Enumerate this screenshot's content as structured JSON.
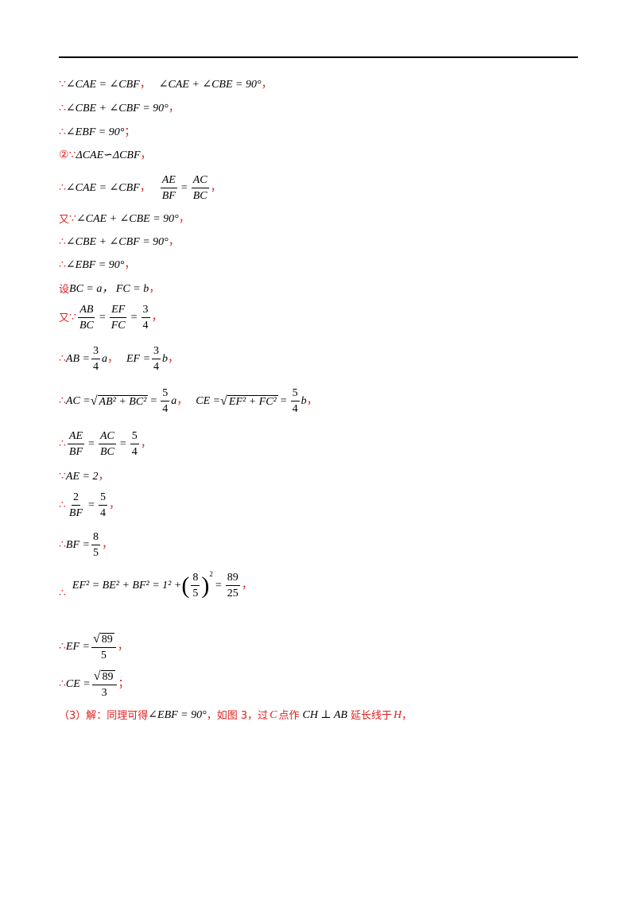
{
  "symbols": {
    "because": "∵",
    "therefore": "∴",
    "circle2": "②",
    "you": "又",
    "she": "设",
    "comma": "，",
    "semicolon": "；"
  },
  "lines": {
    "l1": {
      "left": "∠CAE = ∠CBF",
      "right": "∠CAE + ∠CBE = 90°"
    },
    "l2": "∠CBE + ∠CBF = 90°",
    "l3": "∠EBF = 90°",
    "l4": "ΔCAE∽ΔCBF",
    "l5": {
      "eq": "∠CAE = ∠CBF",
      "f1n": "AE",
      "f1d": "BF",
      "f2n": "AC",
      "f2d": "BC"
    },
    "l6": "∠CAE + ∠CBE = 90°",
    "l7": "∠CBE + ∠CBF = 90°",
    "l8": "∠EBF = 90°",
    "l9": "BC = a， FC = b",
    "l10": {
      "f1n": "AB",
      "f1d": "BC",
      "f2n": "EF",
      "f2d": "FC",
      "f3n": "3",
      "f3d": "4"
    },
    "l11": {
      "a": "AB =",
      "an": "3",
      "ad": "4",
      "av": "a",
      "b": "EF =",
      "bn": "3",
      "bd": "4",
      "bv": "b"
    },
    "l12": {
      "a": "AC =",
      "ra": "AB² + BC²",
      "an": "5",
      "ad": "4",
      "av": "a",
      "b": "CE =",
      "rb": "EF² + FC²",
      "bn": "5",
      "bd": "4",
      "bv": "b"
    },
    "l13": {
      "f1n": "AE",
      "f1d": "BF",
      "f2n": "AC",
      "f2d": "BC",
      "f3n": "5",
      "f3d": "4"
    },
    "l14": "AE = 2",
    "l15": {
      "f1n": "2",
      "f1d": "BF",
      "f2n": "5",
      "f2d": "4"
    },
    "l16": {
      "a": "BF =",
      "n": "8",
      "d": "5"
    },
    "l17": {
      "a": "EF² = BE² + BF² = 1² +",
      "pn": "8",
      "pd": "5",
      "rn": "89",
      "rd": "25"
    },
    "l18": {
      "a": "EF =",
      "rad": "89",
      "d": "5"
    },
    "l19": {
      "a": "CE =",
      "rad": "89",
      "d": "3"
    },
    "l20": {
      "p1": "（3）解：同理可得",
      "m1": "∠EBF = 90°",
      "p2": "，如图 3，过",
      "c": "C",
      "p3": "点作",
      "m2": "CH ⊥ AB",
      "p4": "延长线于",
      "h": "H",
      "p5": "，"
    }
  }
}
